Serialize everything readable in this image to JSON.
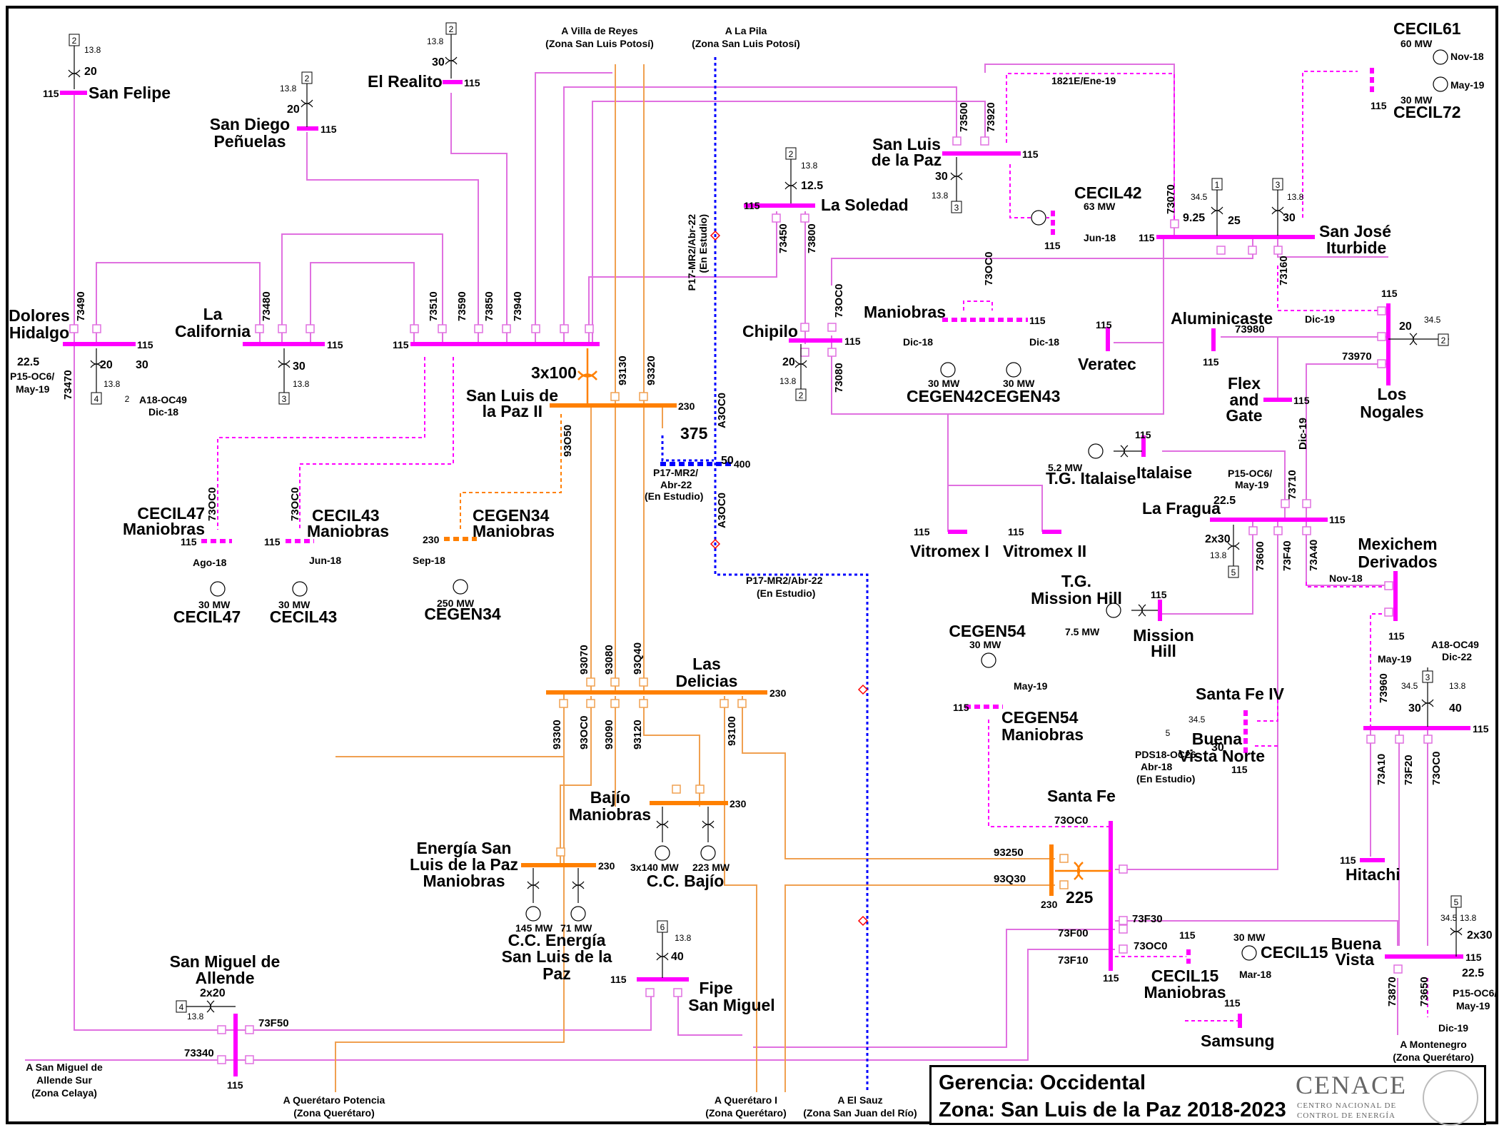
{
  "colors": {
    "kv115": "#ff00ff",
    "kv115_line": "#e070e0",
    "kv230": "#ff8000",
    "kv230_line": "#f0a050",
    "kv400": "#0000ff",
    "frame": "#000000",
    "marker": "#ff0000"
  },
  "title": {
    "line1": "Gerencia: Occidental",
    "line2": "Zona: San Luis de la Paz 2018-2023"
  },
  "logo": {
    "name": "CENACE",
    "sub1": "CENTRO NACIONAL DE",
    "sub2": "CONTROL DE ENERGÍA"
  },
  "external": [
    {
      "id": "villa",
      "l1": "A Villa de Reyes",
      "l2": "(Zona San Luis Potosí)"
    },
    {
      "id": "pila",
      "l1": "A La Pila",
      "l2": "(Zona San Luis Potosí)"
    },
    {
      "id": "smas",
      "l1": "A San Miguel de",
      "l2": "Allende Sur",
      "l3": "(Zona Celaya)"
    },
    {
      "id": "qpot",
      "l1": "A Querétaro Potencia",
      "l2": "(Zona Querétaro)"
    },
    {
      "id": "qi",
      "l1": "A Querétaro I",
      "l2": "(Zona Querétaro)"
    },
    {
      "id": "sauz",
      "l1": "A El Sauz",
      "l2": "(Zona San Juan del Río)"
    },
    {
      "id": "monte",
      "l1": "A Montenegro",
      "l2": "(Zona Querétaro)"
    }
  ],
  "substations": {
    "san_felipe": "San Felipe",
    "san_diego": [
      "San Diego",
      "Peñuelas"
    ],
    "el_realito": "El Realito",
    "san_luis_paz": [
      "San Luis",
      "de la Paz"
    ],
    "cecil61": "CECIL61",
    "cecil72": "CECIL72",
    "cecil42": "CECIL42",
    "la_soledad": "La Soledad",
    "san_jose": [
      "San José",
      "Iturbide"
    ],
    "dolores": [
      "Dolores",
      "Hidalgo"
    ],
    "la_california": [
      "La",
      "California"
    ],
    "chipilo": "Chipilo",
    "maniobras1": "Maniobras",
    "cegen42": "CEGEN42",
    "cegen43": "CEGEN43",
    "veratec": "Veratec",
    "aluminicaste": "Aluminicaste",
    "flex": [
      "Flex",
      "and",
      "Gate"
    ],
    "los_nogales": [
      "Los",
      "Nogales"
    ],
    "slp2": [
      "San Luis de",
      "la Paz II"
    ],
    "tg_italaise": "T.G. Italaise",
    "italaise": "Italaise",
    "la_fragua": "La Fragua",
    "cecil47m": [
      "CECIL47",
      "Maniobras"
    ],
    "cecil43m": [
      "CECIL43",
      "Maniobras"
    ],
    "cegen34m": [
      "CEGEN34",
      "Maniobras"
    ],
    "cecil47": "CECIL47",
    "cecil43": "CECIL43",
    "cegen34": "CEGEN34",
    "vitromex1": "Vitromex I",
    "vitromex2": "Vitromex II",
    "mexichem": [
      "Mexichem",
      "Derivados"
    ],
    "tg_mission": [
      "T.G.",
      "Mission Hill"
    ],
    "mission_hill": [
      "Mission",
      "Hill"
    ],
    "cegen54": "CEGEN54",
    "cegen54m": [
      "CEGEN54",
      "Maniobras"
    ],
    "santa_fe_iv": "Santa Fe IV",
    "las_delicias": [
      "Las",
      "Delicias"
    ],
    "buena_vista_norte": [
      "Buena",
      "Vista Norte"
    ],
    "bajio_m": [
      "Bajío",
      "Maniobras"
    ],
    "cc_bajio": "C.C. Bajío",
    "santa_fe": "Santa Fe",
    "hitachi": "Hitachi",
    "energia_slp_m": [
      "Energía San",
      "Luis de la Paz",
      "Maniobras"
    ],
    "cc_energia": [
      "C.C. Energía",
      "San Luis de la",
      "Paz"
    ],
    "cecil15": "CECIL15",
    "cecil15m": [
      "CECIL15",
      "Maniobras"
    ],
    "buena_vista": [
      "Buena",
      "Vista"
    ],
    "san_miguel": [
      "San Miguel de",
      "Allende"
    ],
    "fipe": [
      "Fipe",
      "San Miguel"
    ],
    "samsung": "Samsung"
  },
  "voltages": {
    "v115": "115",
    "v230": "230",
    "v400": "400",
    "v138": "13.8",
    "v345": "34.5"
  },
  "transformers": {
    "t20": "20",
    "t30": "30",
    "t12_5": "12.5",
    "t9_25": "9.25",
    "t25": "25",
    "t40": "40",
    "t2x20": "2x20",
    "t2x30": "2x30",
    "t3x100": "3x100",
    "t375": "375",
    "t225": "225",
    "t22_5": "22.5",
    "t50": "50"
  },
  "units": {
    "u2": "2",
    "u3": "3",
    "u4": "4",
    "u5": "5",
    "u1": "1",
    "u6": "6"
  },
  "generation": {
    "g60": "60 MW",
    "g30": "30 MW",
    "g63": "63 MW",
    "g5_2": "5.2 MW",
    "g7_5": "7.5 MW",
    "g250": "250 MW",
    "g3x140": "3x140 MW",
    "g223": "223 MW",
    "g145": "145 MW",
    "g71": "71 MW"
  },
  "dates": {
    "nov18": "Nov-18",
    "may19": "May-19",
    "jun18": "Jun-18",
    "dic19": "Dic-19",
    "dic18": "Dic-18",
    "ago18": "Ago-18",
    "sep18": "Sep-18",
    "mar18": "Mar-18",
    "dic22": "Dic-22",
    "ene19": "1821E/Ene-19"
  },
  "projects": {
    "p15_may19": [
      "P15-OC6/",
      "May-19"
    ],
    "a18_dic18": [
      "A18-OC49",
      "Dic-18"
    ],
    "a18_dic22": [
      "A18-OC49",
      "Dic-22"
    ],
    "p17_estudio": [
      "P17-MR2/Abr-22",
      "(En Estudio)"
    ],
    "p17_v": [
      "P17-MR2/Abr-22",
      "(En Estudio)"
    ],
    "p17_mid": [
      "P17-MR2/",
      "Abr-22",
      "(En Estudio)"
    ],
    "pds18": [
      "PDS18-OC26",
      "Abr-18",
      "(En Estudio)"
    ]
  },
  "lines": {
    "l73490": "73490",
    "l73470": "73470",
    "l73480": "73480",
    "l73510": "73510",
    "l73590": "73590",
    "l73850": "73850",
    "l73940": "73940",
    "l73500": "73500",
    "l73920": "73920",
    "l73070": "73070",
    "l73160": "73160",
    "l73450": "73450",
    "l73800": "73800",
    "l73OC0": "73OC0",
    "l73080": "73080",
    "l73980": "73980",
    "l73970": "73970",
    "l73710": "73710",
    "l73600": "73600",
    "l73F40": "73F40",
    "l73A40": "73A40",
    "l93130": "93130",
    "l93320": "93320",
    "l93O50": "93O50",
    "lA3OC0": "A3OC0",
    "l93070": "93070",
    "l93080": "93080",
    "l93Q40": "93Q40",
    "l93300": "93300",
    "l93OC0": "93OC0",
    "l93090": "93090",
    "l93120": "93120",
    "l93100": "93100",
    "l93250": "93250",
    "l93Q30": "93Q30",
    "l73A10": "73A10",
    "l73F20": "73F20",
    "l73F30": "73F30",
    "l73F00": "73F00",
    "l73F10": "73F10",
    "l73960": "73960",
    "l73870": "73870",
    "l73650": "73650",
    "l73F50": "73F50",
    "l73340": "73340"
  }
}
